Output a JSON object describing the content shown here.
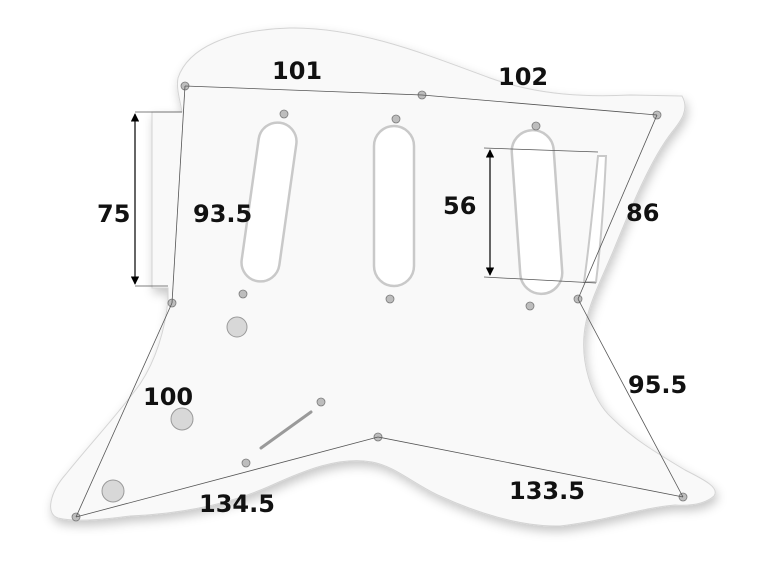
{
  "labels": {
    "top_left": "101",
    "top_right": "102",
    "left_height": "75",
    "left_side": "93.5",
    "mid_height": "56",
    "right_side": "86",
    "bottom_left_side": "100",
    "bottom_right_side": "95.5",
    "bottom_left": "134.5",
    "bottom_right": "133.5"
  },
  "colors": {
    "plate_fill": "#f9f9f9",
    "plate_edge": "#d4d4d4",
    "text": "#111111",
    "guide": "#555555"
  }
}
